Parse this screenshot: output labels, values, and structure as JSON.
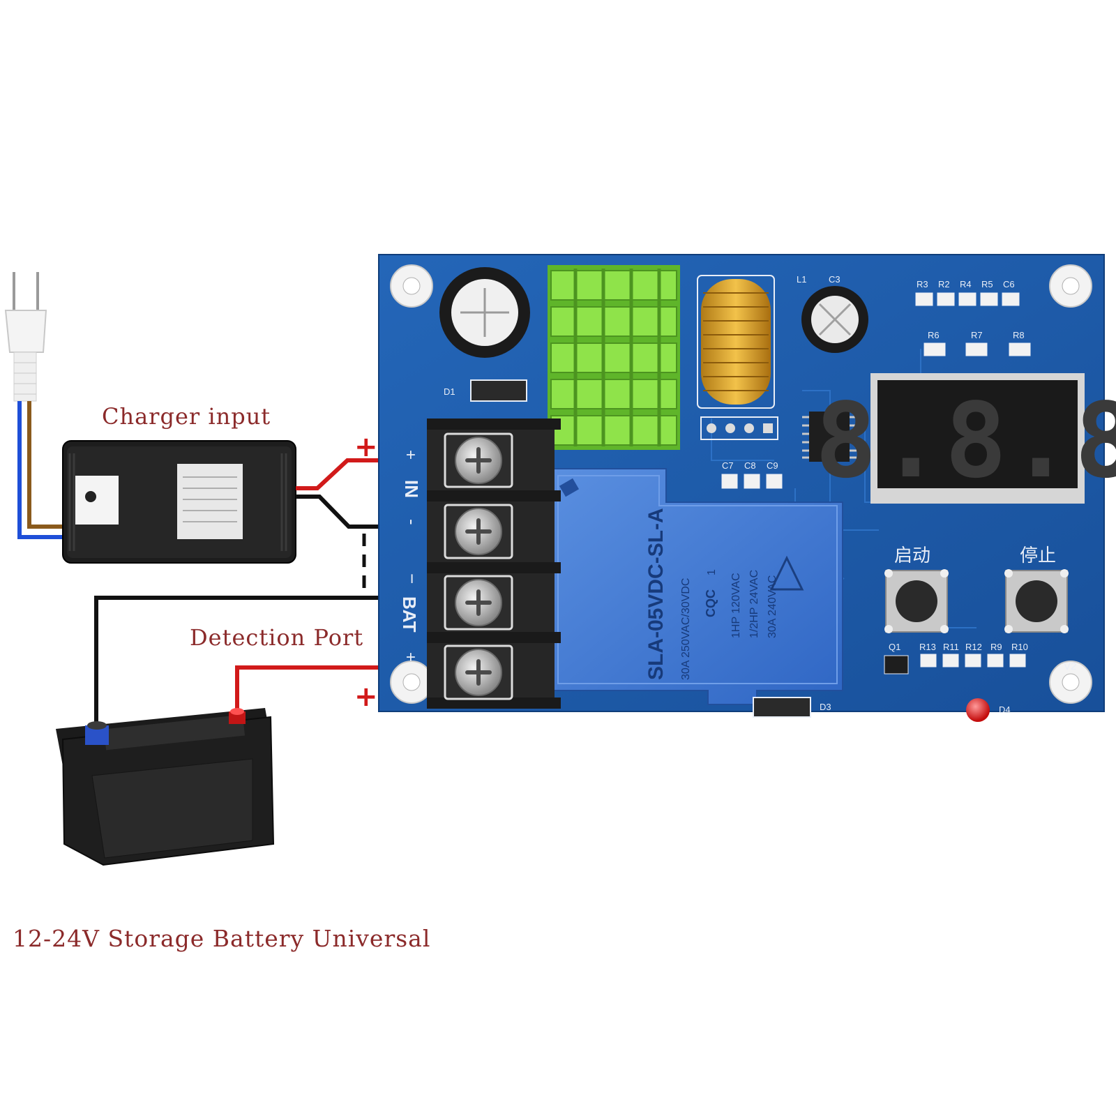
{
  "captions": {
    "charger": "Charger input",
    "detection": "Detection Port",
    "battery": "12-24V Storage Battery Universal"
  },
  "terminal_signs": {
    "plus_top": "+",
    "plus_bottom": "+"
  },
  "board": {
    "terminal_labels": {
      "plus_in": "+",
      "in": "IN",
      "minus_in": "-",
      "minus_bat": "−",
      "bat": "BAT",
      "plus_bat": "+"
    },
    "buttons": {
      "start": "启动",
      "stop": "停止"
    },
    "display": "8.8.8",
    "relay": {
      "model": "SLA-05VDC-SL-A",
      "rating1": "30A 250VAC/30VDC",
      "rating2": "1HP 120VAC",
      "rating3": "1/2HP 24VAC",
      "rating4": "30A 240VAC",
      "mark": "CQC",
      "pin": "1"
    },
    "components": {
      "l1": "L1",
      "c3": "C3",
      "d1": "D1",
      "d3": "D3",
      "d4": "D4",
      "q1": "Q1",
      "v2": "V2",
      "r3": "R3",
      "r2": "R2",
      "r4": "R4",
      "r5": "R5",
      "c6": "C6",
      "r6": "R6",
      "r7": "R7",
      "r8": "R8",
      "c7": "C7",
      "c8": "C8",
      "c9": "C9",
      "r13": "R13",
      "r11": "R11",
      "r12": "R12",
      "r9": "R9",
      "r10": "R10"
    }
  },
  "colors": {
    "caption": "#8b2a2a",
    "pcb": "#1f5aa8",
    "heatsink": "#7ed63a",
    "relay": "#3f78d0",
    "wire_red": "#d11a1a",
    "wire_black": "#111111",
    "wire_blue": "#1e4fd8",
    "wire_brown": "#8a5a1c",
    "led": "#e02020"
  }
}
